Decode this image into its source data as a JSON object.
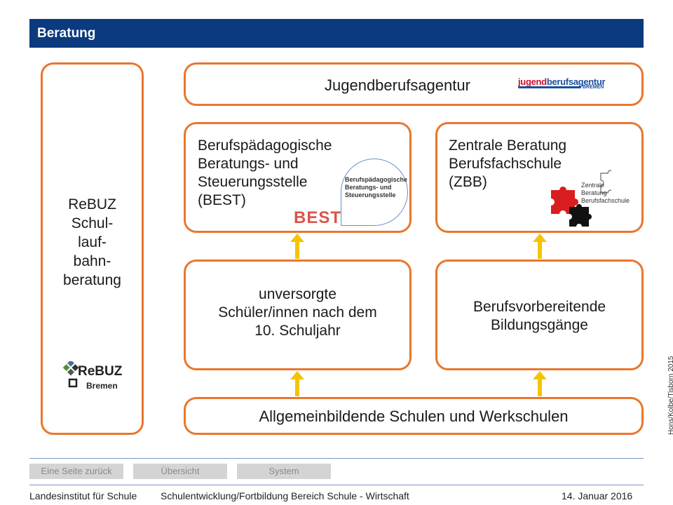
{
  "header": {
    "title": "Beratung"
  },
  "rebuz": {
    "lines": [
      "ReBUZ",
      "Schul-",
      "lauf-",
      "bahn-",
      "beratung"
    ],
    "logo": {
      "text": "ReBUZ",
      "sub": "Bremen"
    }
  },
  "jba": {
    "label": "Jugendberufsagentur",
    "logo": {
      "text_a": "jugend",
      "text_b": "berufsagentur",
      "sub": "BREMEN"
    }
  },
  "best": {
    "lines": [
      "Berufspädagogische",
      "Beratungs- und",
      "Steuerungsstelle",
      "(BEST)"
    ],
    "logo": {
      "lines": [
        "Berufspädagogische",
        "Beratungs- und",
        "Steuerungsstelle"
      ],
      "mark": "BEST"
    }
  },
  "zbb": {
    "lines": [
      "Zentrale Beratung",
      "Berufsfachschule",
      "(ZBB)"
    ],
    "logo": {
      "lines": [
        "Zentrale",
        "Beratung",
        "Berufsfachschule"
      ]
    }
  },
  "unversorgte": {
    "lines": [
      "unversorgte",
      "Schüler/innen nach dem",
      "10. Schuljahr"
    ]
  },
  "vorbereitend": {
    "lines": [
      "Berufsvorbereitende",
      "Bildungsgänge"
    ]
  },
  "allgemein": {
    "label": "Allgemeinbildende Schulen und Werkschulen"
  },
  "nav": {
    "back": "Eine Seite zurück",
    "overview": "Übersicht",
    "system": "System"
  },
  "footer": {
    "institute": "Landesinstitut für Schule",
    "department": "Schulentwicklung/Fortbildung Bereich Schule - Wirtschaft",
    "date": "14. Januar 2016"
  },
  "credit": "Hons/Kolbe/Tisborn 2015",
  "colors": {
    "header": "#0b3a7e",
    "border": "#e8772e",
    "arrow": "#f5c400"
  }
}
